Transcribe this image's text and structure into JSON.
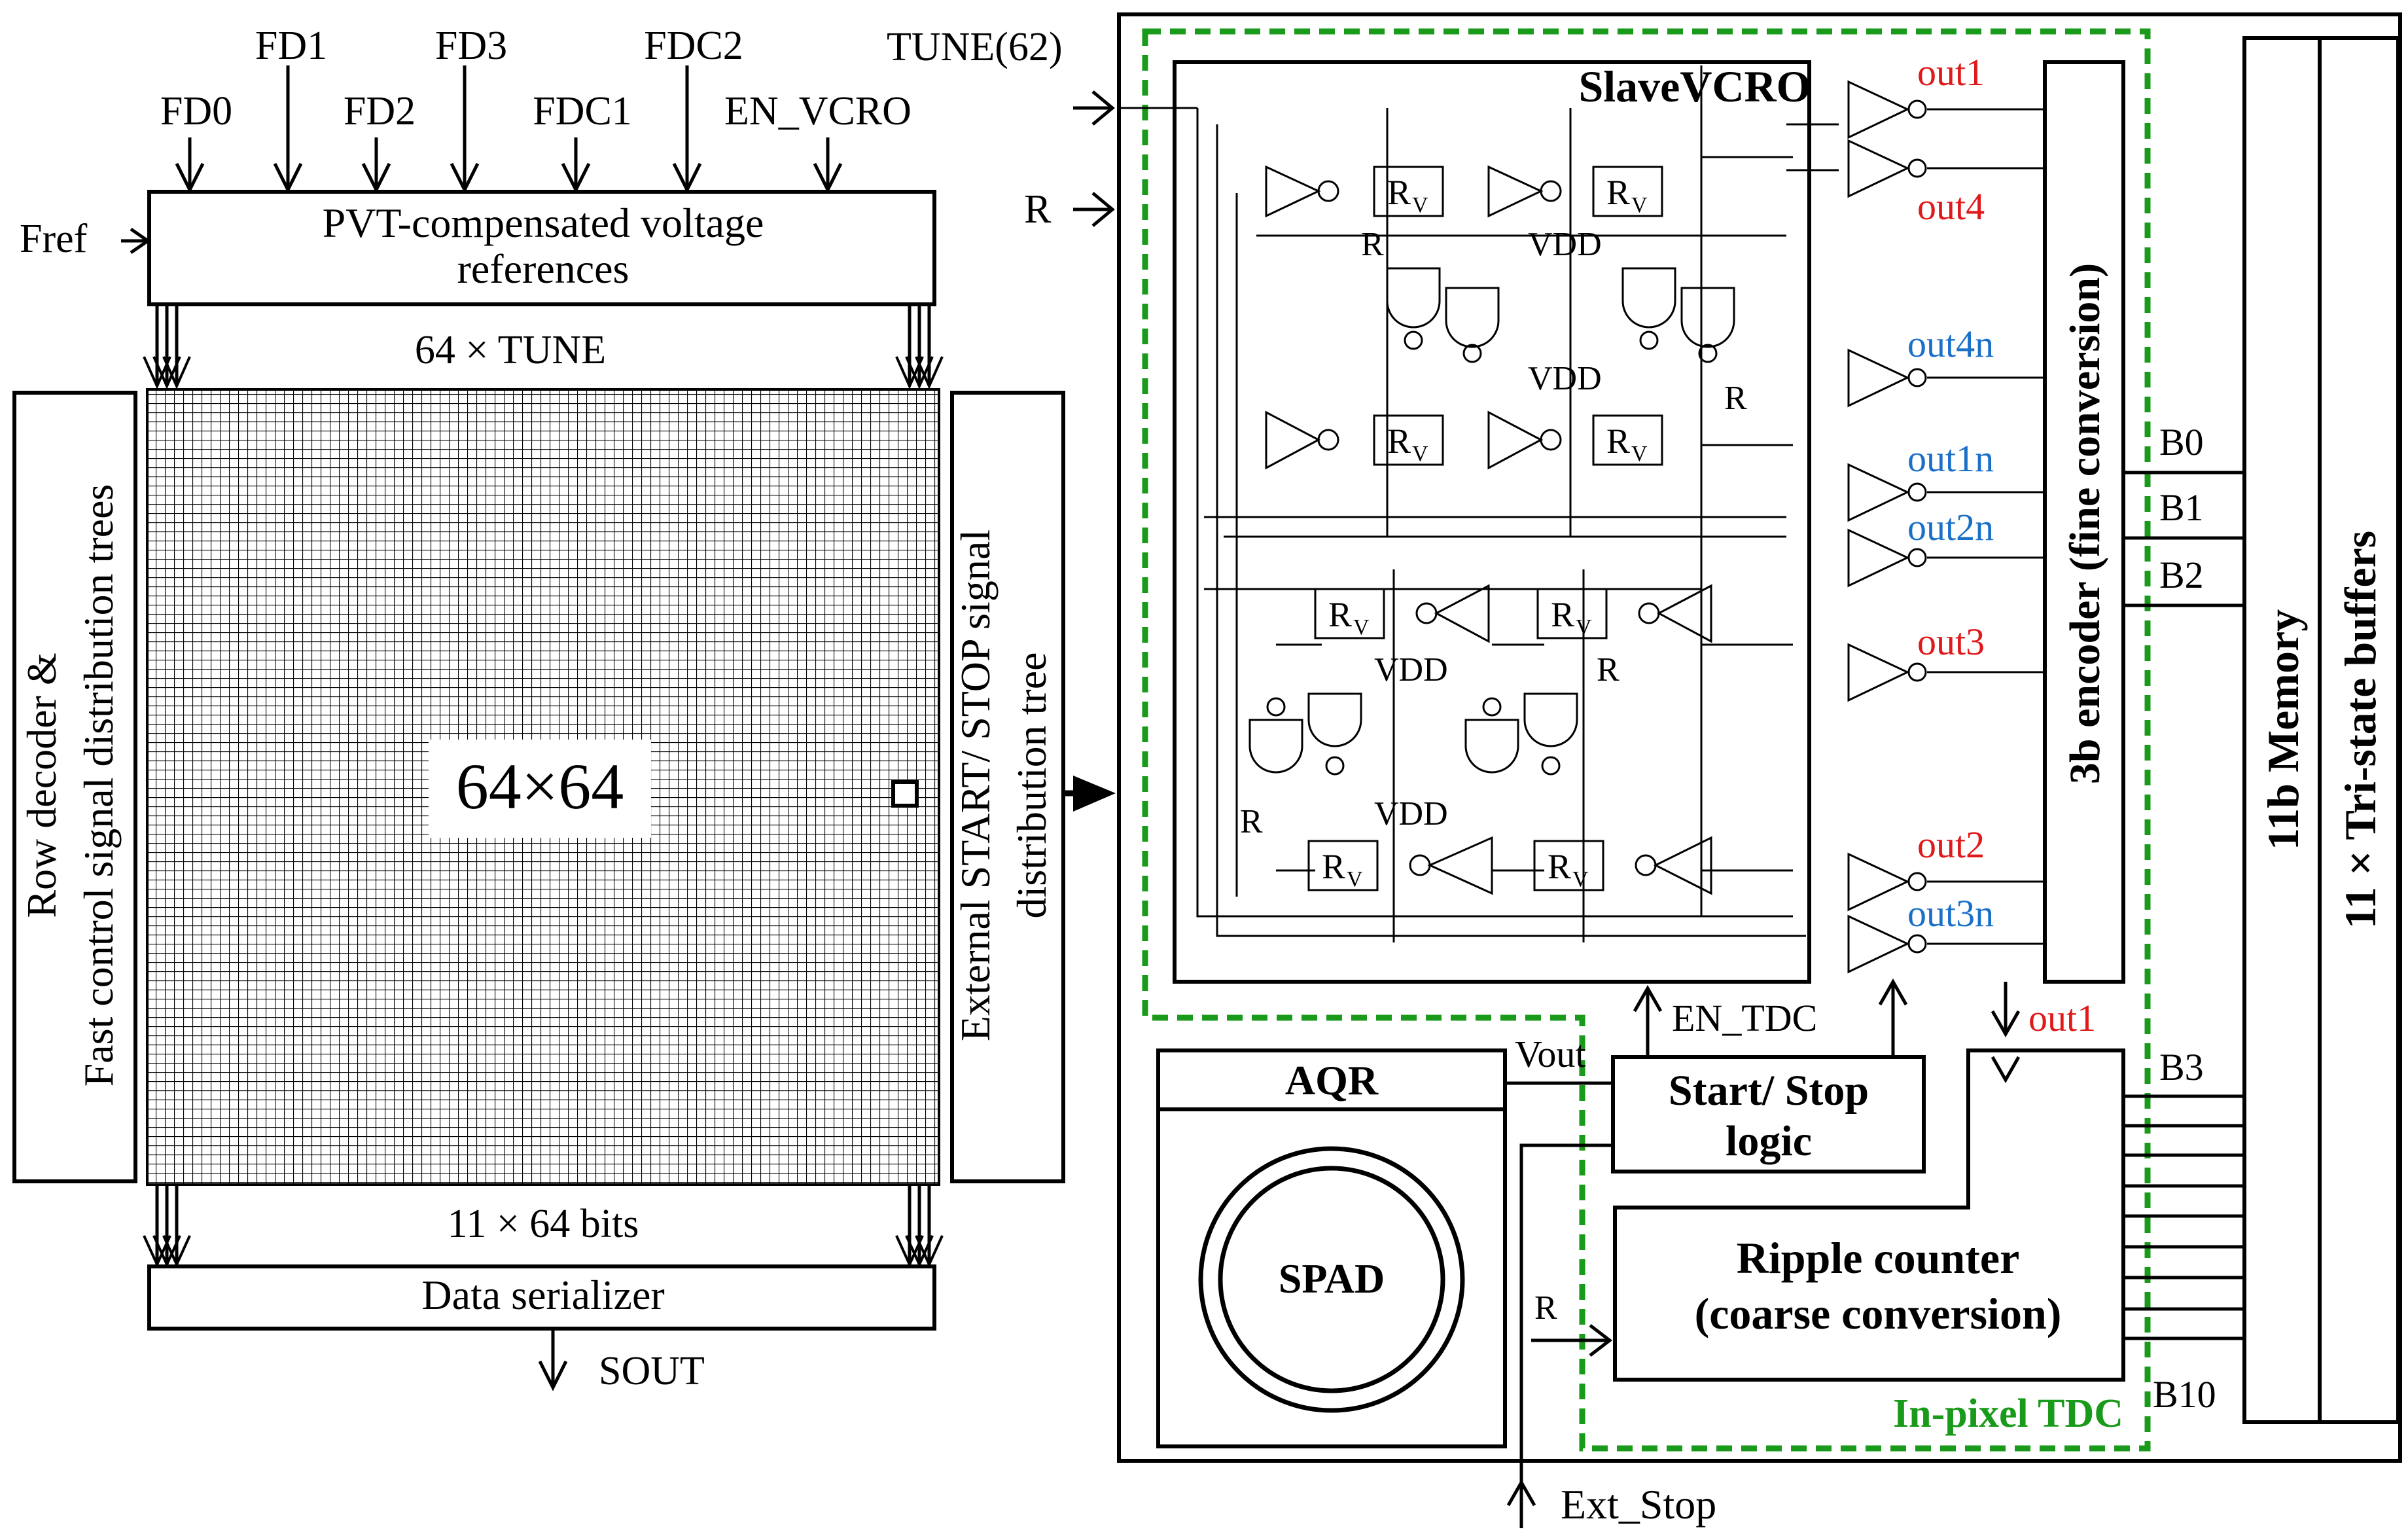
{
  "inputs": {
    "fd0": "FD0",
    "fd1": "FD1",
    "fd2": "FD2",
    "fd3": "FD3",
    "fdc1": "FDC1",
    "fdc2": "FDC2",
    "en_vcro": "EN_VCRO",
    "fref": "Fref",
    "tune": "TUNE(62)",
    "r": "R"
  },
  "blocks": {
    "voltage_ref": [
      "PVT-compensated voltage",
      "references"
    ],
    "tune_bus": "64 × TUNE",
    "row_decoder": [
      "Row decoder &",
      "Fast control signal distribution trees"
    ],
    "array": "64×64",
    "ext_tree": [
      "External START/ STOP signal",
      "distribution tree"
    ],
    "bits_bus": "11 × 64 bits",
    "serializer": "Data serializer",
    "sout": "SOUT"
  },
  "pixel": {
    "vcro_title": "SlaveVCRO",
    "rv": "R",
    "rv_sub": "V",
    "vdd": "VDD",
    "r": "R",
    "outputs": {
      "out1": "out1",
      "out4": "out4",
      "out4n": "out4n",
      "out1n": "out1n",
      "out2n": "out2n",
      "out3": "out3",
      "out2": "out2",
      "out3n": "out3n"
    },
    "encoder": "3b encoder (fine conversion)",
    "memory": "11b Memory",
    "buffers": "11 × Tri-state buffers",
    "b0": "B0",
    "b1": "B1",
    "b2": "B2",
    "b3": "B3",
    "b10": "B10",
    "en_tdc": "EN_TDC",
    "vout": "Vout",
    "aqr": "AQR",
    "spad": "SPAD",
    "start_stop": [
      "Start/ Stop",
      "logic"
    ],
    "out1_label": "out1",
    "ripple": [
      "Ripple counter",
      "(coarse conversion)"
    ],
    "r_in": "R",
    "tdc_label": "In-pixel TDC",
    "ext_stop": "Ext_Stop"
  },
  "colors": {
    "red": "#e0191b",
    "blue": "#1a70c8",
    "green": "#1a9a1a",
    "black": "#000000"
  }
}
